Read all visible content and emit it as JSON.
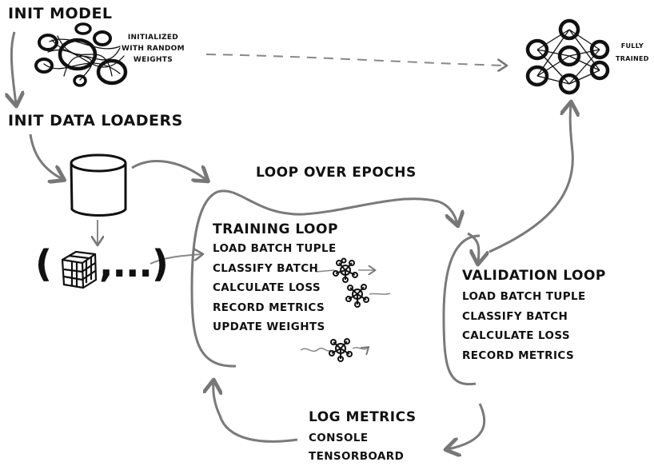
{
  "init_model": {
    "title": "INIT MODEL",
    "note_lines": [
      "INITIALIZED",
      "WITH RANDOM",
      "WEIGHTS"
    ]
  },
  "init_loaders": {
    "title": "INIT DATA LOADERS"
  },
  "tuple_text": "(",
  "tuple_rest": ",...)",
  "loop_epochs": "LOOP OVER EPOCHS",
  "training": {
    "title": "TRAINING LOOP",
    "steps": [
      "LOAD BATCH TUPLE",
      "CLASSIFY BATCH",
      "CALCULATE LOSS",
      "RECORD METRICS",
      "UPDATE WEIGHTS"
    ]
  },
  "validation": {
    "title": "VALIDATION LOOP",
    "steps": [
      "LOAD BATCH TUPLE",
      "CLASSIFY BATCH",
      "CALCULATE LOSS",
      "RECORD METRICS"
    ]
  },
  "log_metrics": {
    "title": "LOG METRICS",
    "items": [
      "CONSOLE",
      "TENSORBOARD"
    ]
  },
  "trained": {
    "note_lines": [
      "FULLY",
      "TRAINED"
    ]
  },
  "colors": {
    "ink": "#111111",
    "arrow": "#7a7a7a"
  }
}
